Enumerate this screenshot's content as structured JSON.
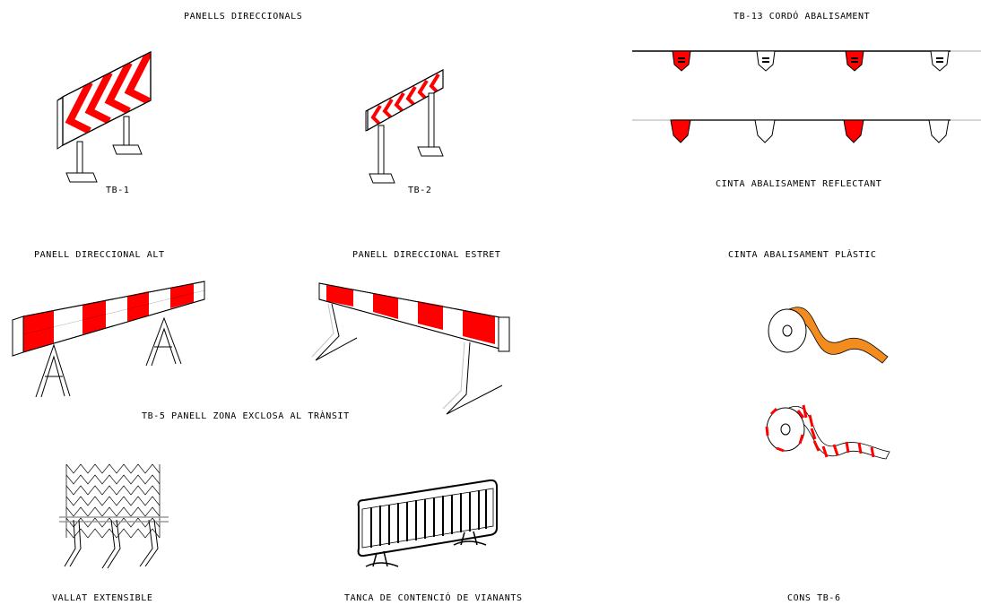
{
  "sheet": {
    "labels": {
      "panells_direccionals": "PANELLS DIRECCIONALS",
      "tb1": "TB-1",
      "tb2": "TB-2",
      "panell_direccional_alt": "PANELL DIRECCIONAL ALT",
      "panell_direccional_estret": "PANELL DIRECCIONAL ESTRET",
      "tb13_cordo": "TB-13 CORDÓ ABALISAMENT",
      "cinta_reflectant": "CINTA ABALISAMENT REFLECTANT",
      "cinta_plastic": "CINTA ABALISAMENT PLÀSTIC",
      "tb5_panell": "TB-5 PANELL ZONA EXCLOSA AL TRÀNSIT",
      "vallat_extensible": "VALLAT EXTENSIBLE",
      "tanca_contencio": "TANCA DE CONTENCIÓ DE VIANANTS",
      "cons_tb6": "CONS TB-6"
    },
    "colors": {
      "red": "#ff0000",
      "orange": "#f28c1e",
      "line": "#000000",
      "light_line": "#c8c8c8"
    }
  }
}
